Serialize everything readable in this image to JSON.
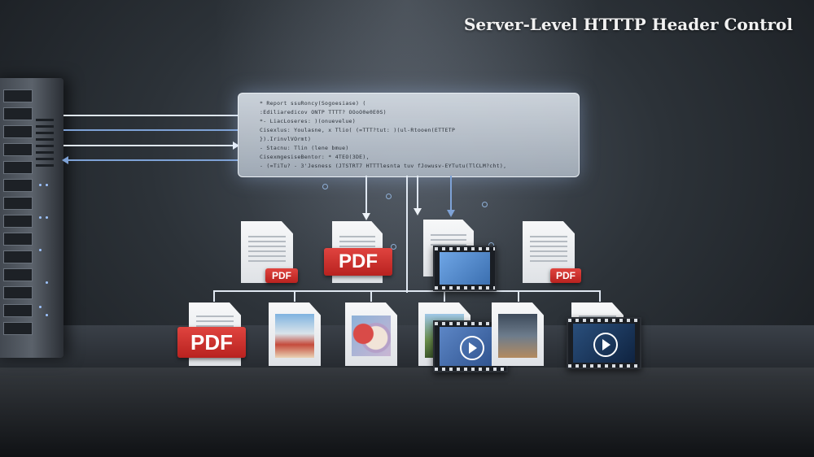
{
  "title": "Server-Level HTTTP Header Control",
  "code_panel": {
    "lines": [
      "* Report ssuRoncy(Sogoesiase)  (",
      "   :Ediliaredicov  ONTP TTTT? OOoO0e0E0S)",
      "  *-  LiacLoseres: )(onuevelue)",
      "       Cisexlus: Youlasne, x Tlio( (=TTT?tut: )(ul-Rtooen(ETTETP",
      "  }).IrinvlVOrmt)",
      "   - Stacnu: Tlin (lene bmue)",
      "      CisexmgesiseBentor: * 4TEO(3DE),",
      "   - (=TiTu? - 3'Jesness (JTSTRT7 HTTTlesnta tuv fJowusv-EYTutu(TlCLM?cht),"
    ]
  },
  "icons": {
    "server": "server-rack-icon",
    "pdf_label": "PDF",
    "document": "document-icon",
    "image": "image-file-icon",
    "video": "video-file-icon"
  },
  "colors": {
    "accent_blue": "#7ea2d6",
    "pdf_red": "#c82a26",
    "background": "#2c3238"
  }
}
